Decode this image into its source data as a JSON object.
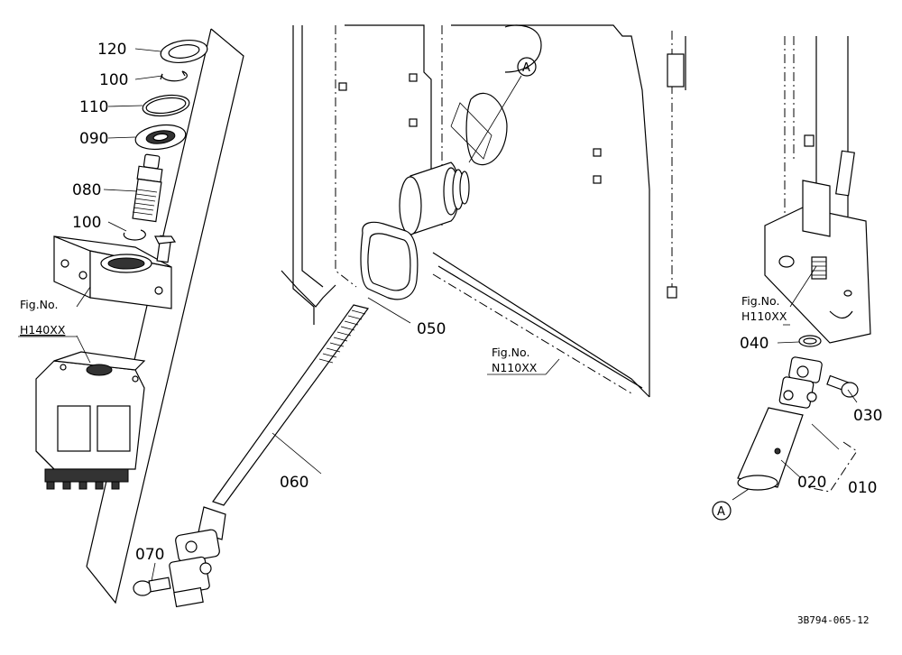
{
  "parts": {
    "p120": "120",
    "p100a": "100",
    "p110": "110",
    "p090": "090",
    "p080": "080",
    "p100b": "100",
    "p070": "070",
    "p060": "060",
    "p050": "050",
    "p040": "040",
    "p030": "030",
    "p020": "020",
    "p010": "010"
  },
  "figure_refs": {
    "h140_prefix": "Fig.No.",
    "h140_code": "H140XX",
    "h110_prefix": "Fig.No.",
    "h110_code": "H110XX",
    "n110_prefix": "Fig.No.",
    "n110_code": "N110XX"
  },
  "connectors": {
    "a_top": "A",
    "a_bottom": "A"
  },
  "drawing_code": "3B794-065-12"
}
